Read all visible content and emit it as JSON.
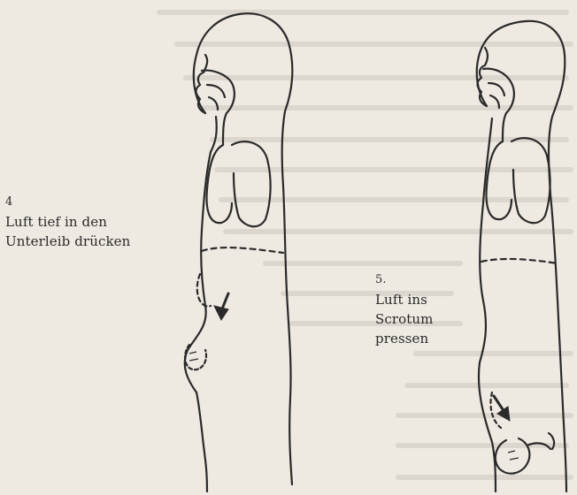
{
  "figure_4": {
    "number": "4",
    "line1": "Luft tief in den",
    "line2": "Unterleib drücken"
  },
  "figure_5": {
    "number": "5.",
    "line1": "Luft ins",
    "line2": "Scrotum",
    "line3": "pressen"
  },
  "colors": {
    "paper": "#eeeae2",
    "ink": "#2a2a2a",
    "bleed_through": "#c9c4ba"
  }
}
